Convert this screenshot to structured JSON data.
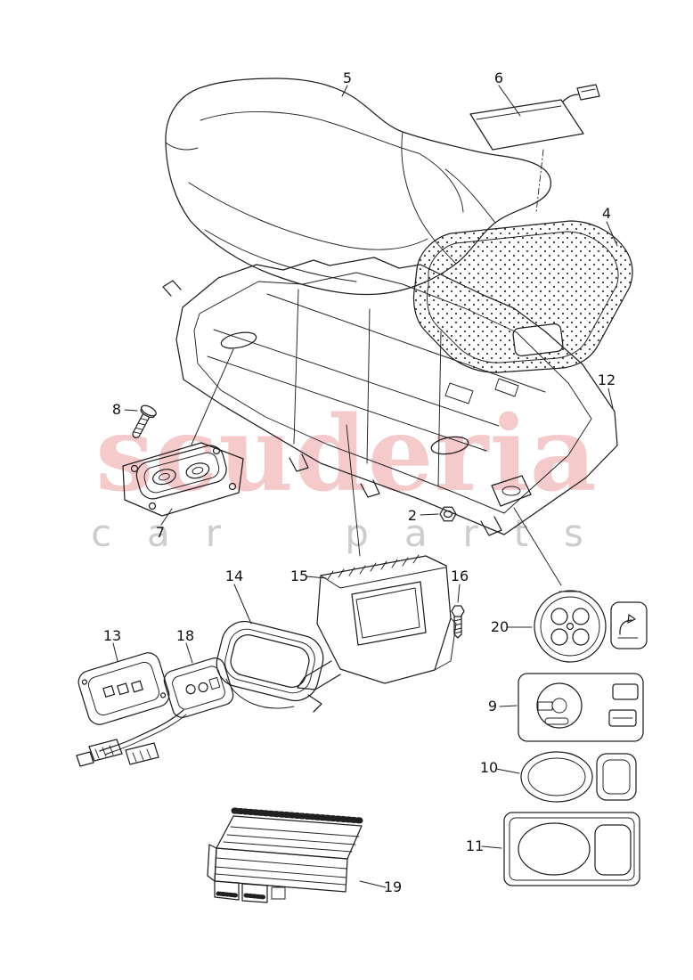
{
  "watermark": {
    "brand": "scuderia",
    "subtitle": "car parts",
    "brand_color": "#e78286",
    "subtitle_color": "#bdbdbd"
  },
  "diagram": {
    "line_color": "#202020",
    "labels": [
      {
        "id": "2"
      },
      {
        "id": "4"
      },
      {
        "id": "5"
      },
      {
        "id": "6"
      },
      {
        "id": "7"
      },
      {
        "id": "8"
      },
      {
        "id": "9"
      },
      {
        "id": "10"
      },
      {
        "id": "11"
      },
      {
        "id": "12"
      },
      {
        "id": "13"
      },
      {
        "id": "14"
      },
      {
        "id": "15"
      },
      {
        "id": "16"
      },
      {
        "id": "18"
      },
      {
        "id": "19"
      },
      {
        "id": "20"
      }
    ]
  }
}
